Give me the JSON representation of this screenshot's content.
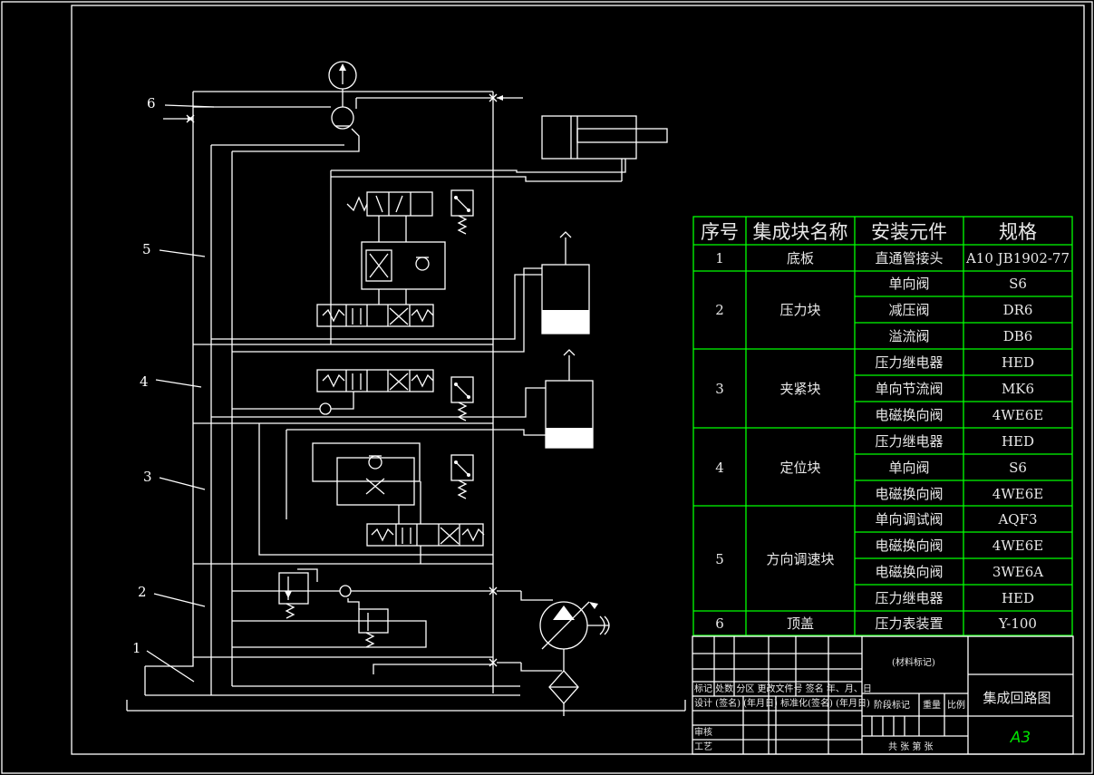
{
  "callouts": [
    "6",
    "5",
    "4",
    "3",
    "2",
    "1"
  ],
  "parts_table": {
    "headers": [
      "序号",
      "集成块名称",
      "安装元件",
      "规格"
    ],
    "groups": [
      {
        "no": "1",
        "name": "底板",
        "items": [
          {
            "part": "直通管接头",
            "spec": "A10 JB1902-77"
          }
        ]
      },
      {
        "no": "2",
        "name": "压力块",
        "items": [
          {
            "part": "单向阀",
            "spec": "S6"
          },
          {
            "part": "减压阀",
            "spec": "DR6"
          },
          {
            "part": "溢流阀",
            "spec": "DB6"
          }
        ]
      },
      {
        "no": "3",
        "name": "夹紧块",
        "items": [
          {
            "part": "压力继电器",
            "spec": "HED"
          },
          {
            "part": "单向节流阀",
            "spec": "MK6"
          },
          {
            "part": "电磁换向阀",
            "spec": "4WE6E"
          }
        ]
      },
      {
        "no": "4",
        "name": "定位块",
        "items": [
          {
            "part": "压力继电器",
            "spec": "HED"
          },
          {
            "part": "单向阀",
            "spec": "S6"
          },
          {
            "part": "电磁换向阀",
            "spec": "4WE6E"
          }
        ]
      },
      {
        "no": "5",
        "name": "方向调速块",
        "items": [
          {
            "part": "单向调试阀",
            "spec": "AQF3"
          },
          {
            "part": "电磁换向阀",
            "spec": "4WE6E"
          },
          {
            "part": "电磁换向阀",
            "spec": "3WE6A"
          },
          {
            "part": "压力继电器",
            "spec": "HED"
          }
        ]
      },
      {
        "no": "6",
        "name": "顶盖",
        "items": [
          {
            "part": "压力表装置",
            "spec": "Y-100"
          }
        ]
      }
    ]
  },
  "title_block": {
    "material": "(材料标记)",
    "drawing_title": "集成回路图",
    "sheet_size": "A3",
    "row_labels": {
      "mark_row": "标记 处数  分区 更改文件号 签名 年、月、日",
      "design_row": "设计 (签名) (年月日) 标准化(签名) (年月日)",
      "stage": "阶段标记",
      "weight": "重量",
      "scale": "比例",
      "review": "审核",
      "process": "工艺",
      "sheets": "共    张  第    张"
    }
  }
}
